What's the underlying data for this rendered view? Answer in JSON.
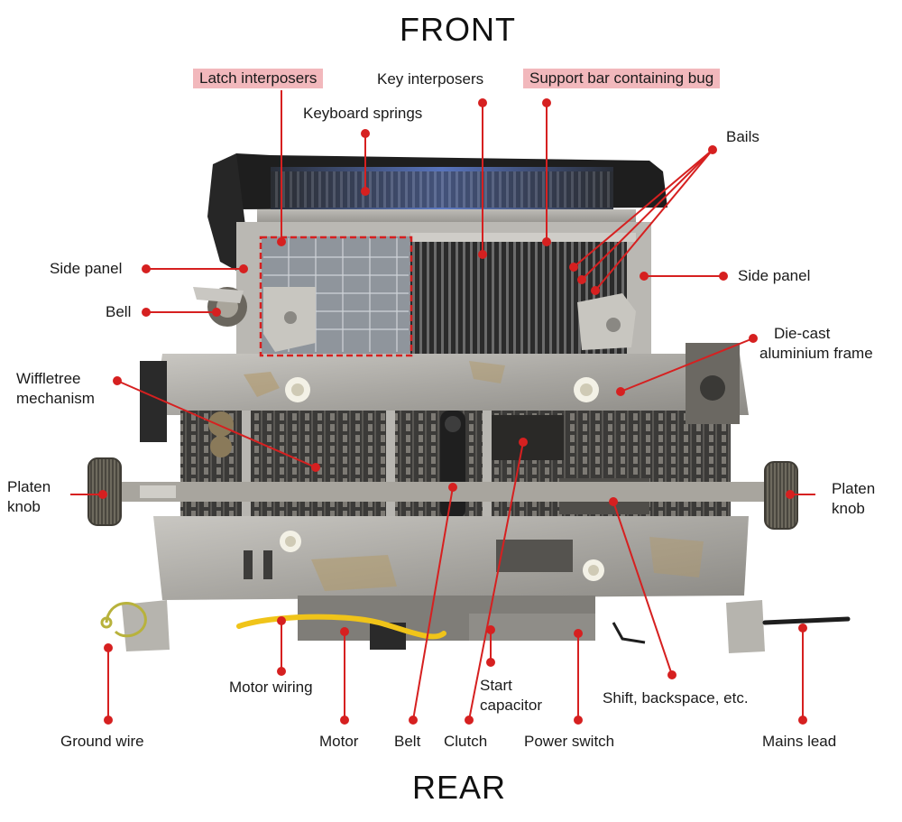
{
  "orientation": {
    "top": "FRONT",
    "bottom": "REAR"
  },
  "accent_color": "#d62020",
  "highlight_color": "#f2b8bc",
  "labels": {
    "latch_interposers": "Latch interposers",
    "key_interposers": "Key interposers",
    "support_bar": "Support bar containing bug",
    "keyboard_springs": "Keyboard springs",
    "bails": "Bails",
    "side_panel_left": "Side panel",
    "side_panel_right": "Side panel",
    "bell": "Bell",
    "die_cast_1": "Die-cast",
    "die_cast_2": "aluminium frame",
    "wiffletree_1": "Wiffletree",
    "wiffletree_2": "mechanism",
    "platen_left_1": "Platen",
    "platen_left_2": "knob",
    "platen_right_1": "Platen",
    "platen_right_2": "knob",
    "motor_wiring": "Motor wiring",
    "start_cap_1": "Start",
    "start_cap_2": "capacitor",
    "shift": "Shift, backspace, etc.",
    "ground_wire": "Ground wire",
    "motor": "Motor",
    "belt": "Belt",
    "clutch": "Clutch",
    "power_switch": "Power switch",
    "mains_lead": "Mains lead"
  }
}
